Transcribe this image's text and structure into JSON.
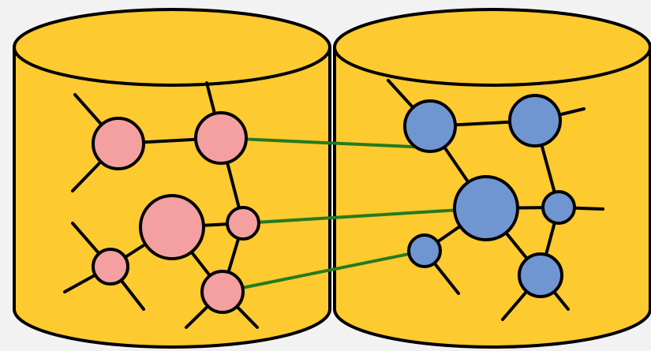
{
  "colors": {
    "background": "#f2f2f2",
    "cylinder_fill": "#fdca30",
    "outline": "#000000",
    "left_nodes": "#f4a0a0",
    "right_nodes": "#7096d1",
    "cross_links": "#267a1e"
  },
  "figure": {
    "databases": [
      {
        "id": "left",
        "node_color": "pink"
      },
      {
        "id": "right",
        "node_color": "blue"
      }
    ],
    "cross_link_count": 3
  }
}
